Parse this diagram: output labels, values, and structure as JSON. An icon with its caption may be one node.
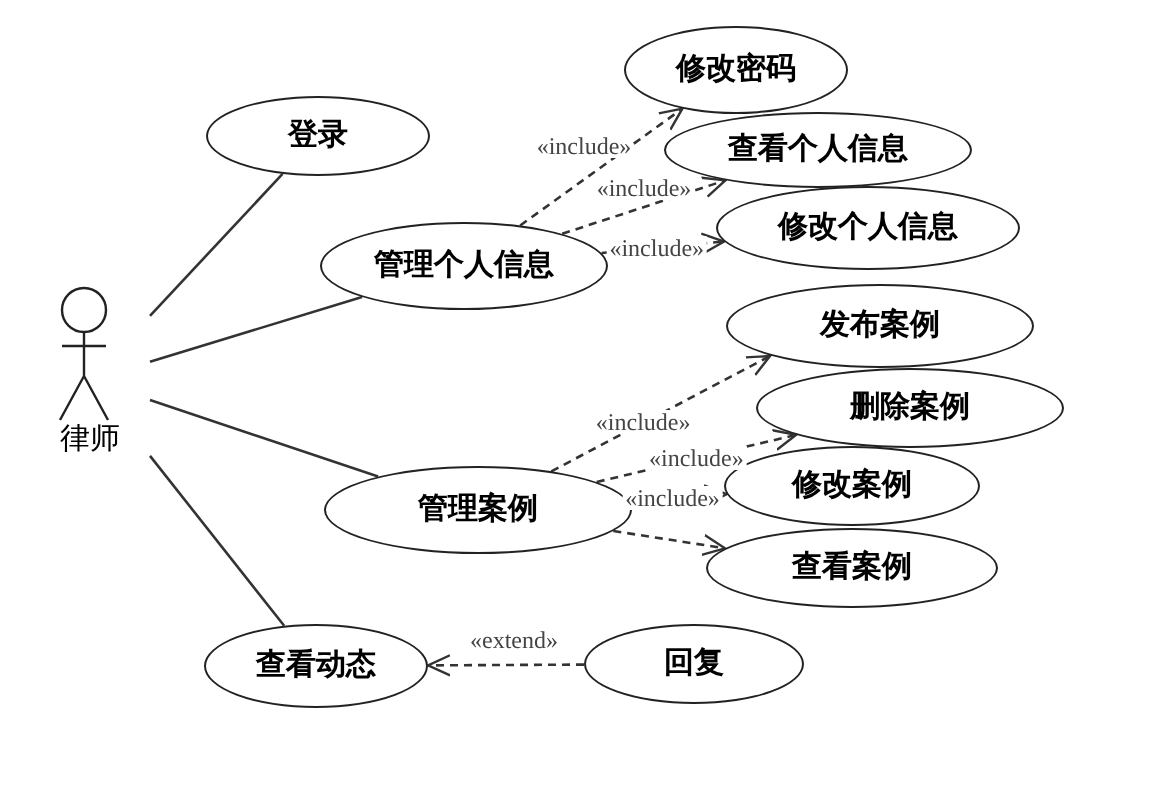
{
  "diagram": {
    "nodes": [
      {
        "text": [
          "律师"
        ]
      },
      {
        "text": [
          "登录"
        ]
      },
      {
        "text": [
          "修改密码"
        ]
      },
      {
        "text": [
          "管理个人信息"
        ]
      },
      {
        "text": [
          "查看个人信息"
        ]
      },
      {
        "text": [
          "修改个人信息"
        ]
      },
      {
        "text": [
          "发布案例"
        ]
      },
      {
        "text": [
          "删除案例"
        ]
      },
      {
        "text": [
          "管理案例"
        ]
      },
      {
        "text": [
          "修改案例"
        ]
      },
      {
        "text": [
          "查看案例"
        ]
      },
      {
        "text": [
          "查看动态"
        ]
      },
      {
        "text": [
          "回复"
        ]
      }
    ],
    "edges": [
      {
        "from": 0,
        "to": 1,
        "arrow": "none"
      },
      {
        "from": 0,
        "to": 3,
        "arrow": "none"
      },
      {
        "from": 0,
        "to": 8,
        "arrow": "none"
      },
      {
        "from": 0,
        "to": 11,
        "arrow": "none"
      },
      {
        "from": 3,
        "to": 2,
        "arrow": "to",
        "style": "dashed",
        "label": "«include»"
      },
      {
        "from": 3,
        "to": 4,
        "arrow": "to",
        "style": "dashed",
        "label": "«include»"
      },
      {
        "from": 3,
        "to": 5,
        "arrow": "to",
        "style": "dashed",
        "label": "«include»"
      },
      {
        "from": 8,
        "to": 6,
        "arrow": "to",
        "style": "dashed",
        "label": "«include»"
      },
      {
        "from": 8,
        "to": 7,
        "arrow": "to",
        "style": "dashed",
        "label": "«include»"
      },
      {
        "from": 8,
        "to": 9,
        "arrow": "to",
        "style": "dashed",
        "label": "«include»"
      },
      {
        "from": 8,
        "to": 10,
        "arrow": "to",
        "style": "dashed"
      },
      {
        "from": 12,
        "to": 11,
        "arrow": "to",
        "style": "dashed",
        "label": "«extend»"
      }
    ]
  }
}
